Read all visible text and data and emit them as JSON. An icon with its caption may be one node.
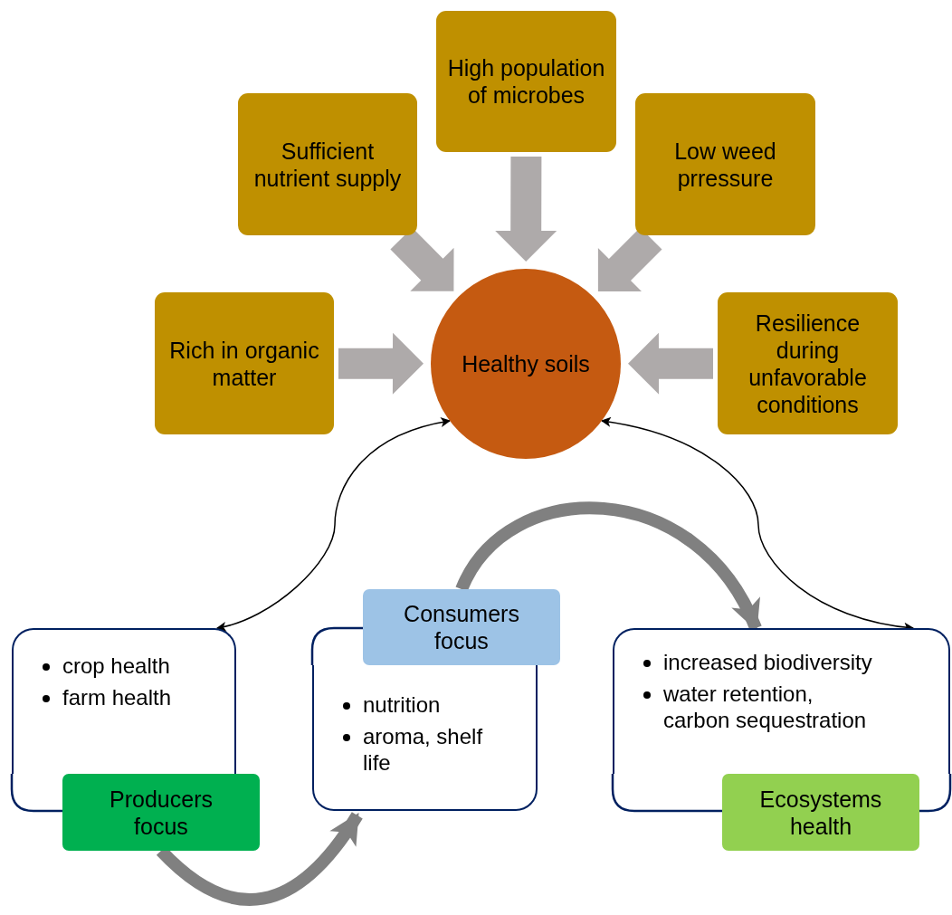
{
  "diagram": {
    "nodes": [
      {
        "text": [
          "Sufficient nutrient supply"
        ]
      },
      {
        "text": [
          "High population of microbes"
        ]
      },
      {
        "text": [
          "Low weed prressure"
        ]
      },
      {
        "text": [
          "Rich in organic matter"
        ]
      },
      {
        "text": [
          "Healthy soils"
        ]
      },
      {
        "text": [
          "Resilience during unfavorable conditions"
        ]
      },
      {
        "text": [
          "crop health",
          "farm health"
        ]
      },
      {
        "text": [
          "Producers focus"
        ]
      },
      {
        "text": [
          "nutrition",
          "aroma, shelf life"
        ]
      },
      {
        "text": [
          "Consumers focus"
        ]
      },
      {
        "text": [
          "increased biodiversity",
          "water retention, carbon sequestration"
        ]
      },
      {
        "text": [
          "Ecosystems health"
        ]
      }
    ],
    "edges": [
      {
        "from": 3,
        "to": 4,
        "arrow": "to",
        "style": "thick",
        "color": "#aeaaaa"
      },
      {
        "from": 0,
        "to": 4,
        "arrow": "to",
        "style": "thick",
        "color": "#aeaaaa"
      },
      {
        "from": 1,
        "to": 4,
        "arrow": "to",
        "style": "thick",
        "color": "#aeaaaa"
      },
      {
        "from": 2,
        "to": 4,
        "arrow": "to",
        "style": "thick",
        "color": "#aeaaaa"
      },
      {
        "from": 5,
        "to": 4,
        "arrow": "to",
        "style": "thick",
        "color": "#aeaaaa"
      },
      {
        "from": 4,
        "to": 6,
        "arrow": "both",
        "color": "#000000"
      },
      {
        "from": 4,
        "to": 10,
        "arrow": "both",
        "color": "#000000"
      },
      {
        "from": 7,
        "to": 8,
        "arrow": "to",
        "style": "thick",
        "color": "#808080"
      },
      {
        "from": 9,
        "to": 10,
        "arrow": "to",
        "style": "thick",
        "color": "#808080"
      }
    ]
  }
}
